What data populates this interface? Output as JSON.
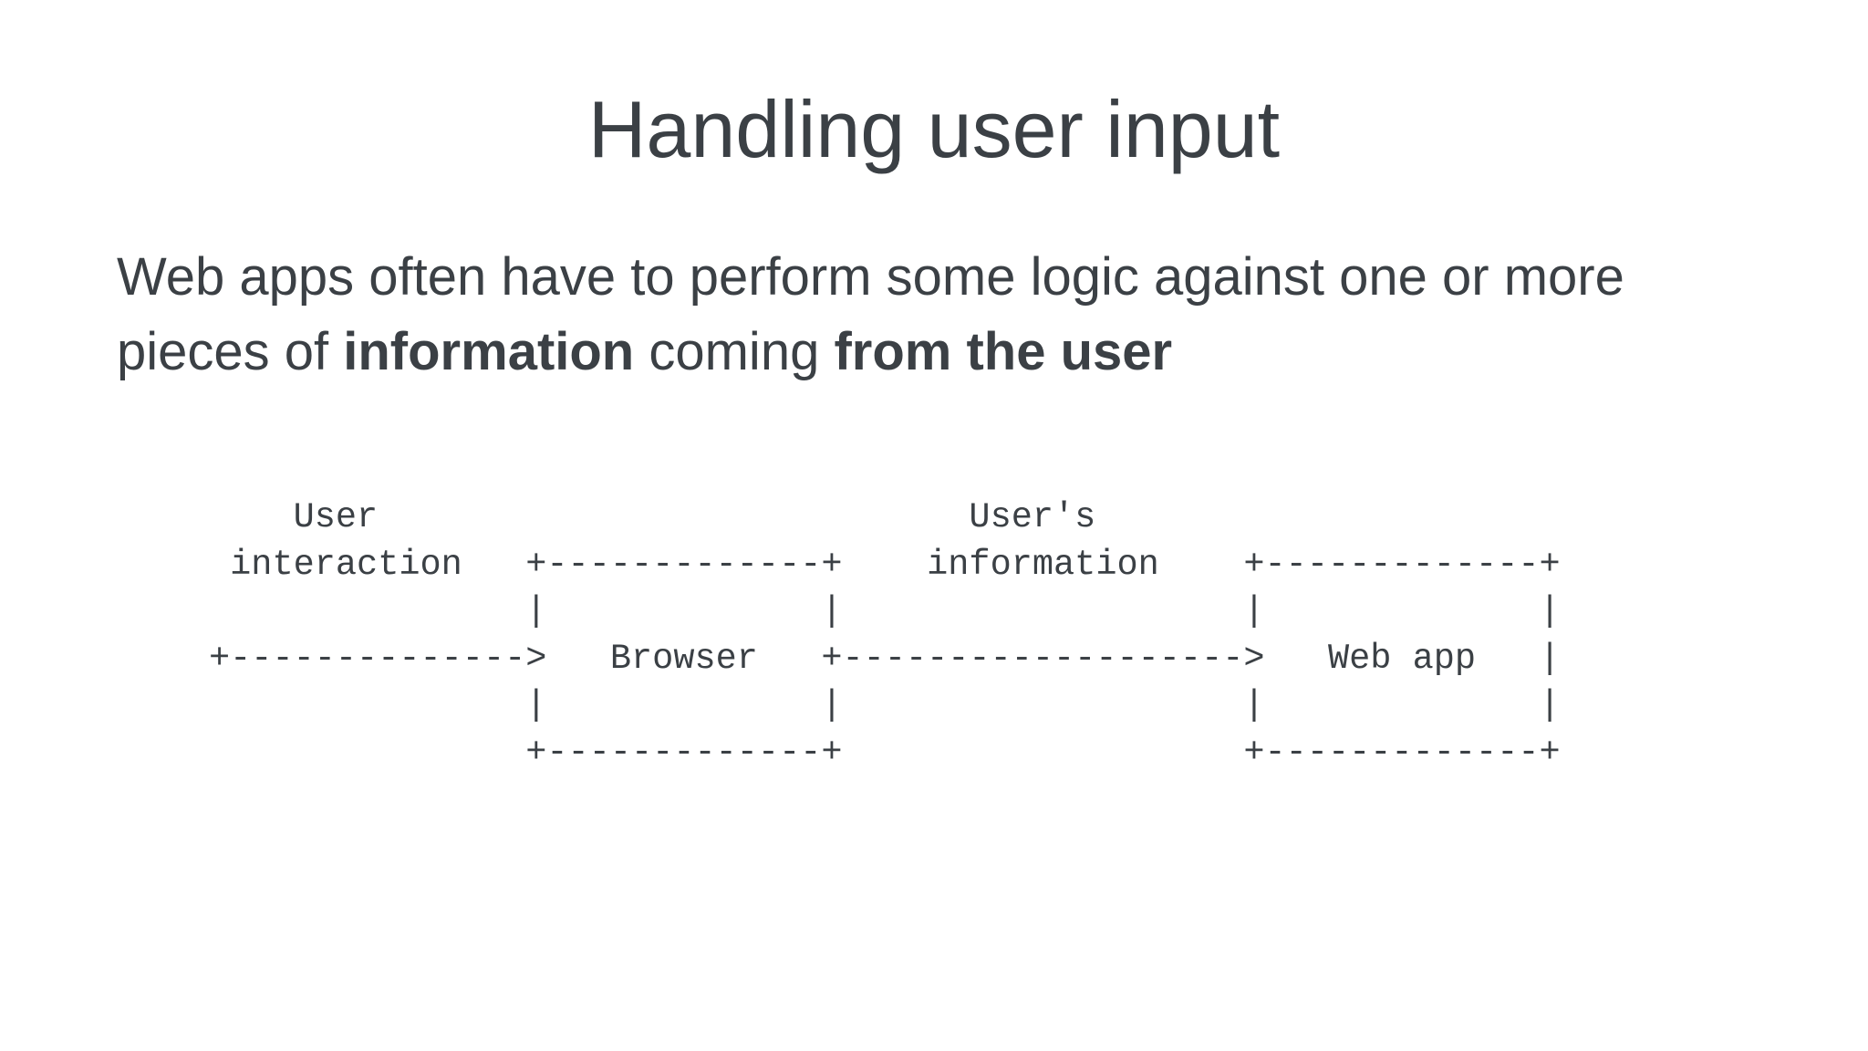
{
  "slide": {
    "title": "Handling user input",
    "paragraph": {
      "lines": [
        {
          "segments": [
            {
              "text": "Web apps often have to perform some logic against one or more",
              "bold": false
            }
          ]
        },
        {
          "segments": [
            {
              "text": "pieces of ",
              "bold": false
            },
            {
              "text": "information",
              "bold": true
            },
            {
              "text": " coming ",
              "bold": false
            },
            {
              "text": "from the user",
              "bold": true
            }
          ]
        }
      ]
    },
    "diagram": {
      "type": "ascii-flow",
      "flow": [
        "User interaction",
        "Browser",
        "User's information",
        "Web app"
      ],
      "nodes": {
        "node1": "Browser",
        "node2": "Web app"
      },
      "arrow_labels": {
        "arrow1": "User interaction",
        "arrow2": "User's information"
      },
      "ascii_lines": [
        "    User                            User's",
        " interaction   +-------------+    information    +-------------+",
        "               |             |                   |             |",
        "+-------------->   Browser   +------------------->   Web app   |",
        "               |             |                   |             |",
        "               +-------------+                   +-------------+"
      ]
    },
    "colors": {
      "background": "#ffffff",
      "text": "#3b4045"
    }
  }
}
